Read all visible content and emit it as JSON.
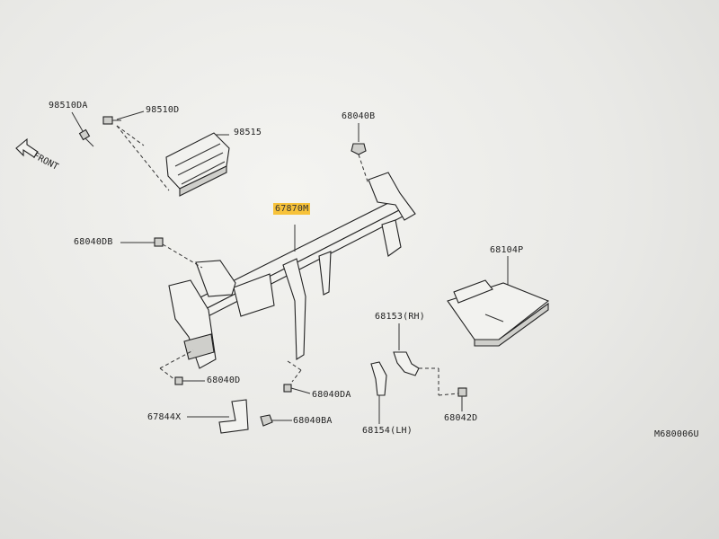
{
  "diagram": {
    "code": "M680006U",
    "direction": "FRONT",
    "labels": {
      "p98510DA": "98510DA",
      "p98510D": "98510D",
      "p98515": "98515",
      "p68040B": "68040B",
      "p67870M": "67870M",
      "p68040DB": "68040DB",
      "p68104P": "68104P",
      "p68153": "68153(RH)",
      "p68040D": "68040D",
      "p68040DA": "68040DA",
      "p67844X": "67844X",
      "p68040BA": "68040BA",
      "p68154": "68154(LH)",
      "p68042D": "68042D"
    },
    "highlight_color": "#f7c23a"
  }
}
